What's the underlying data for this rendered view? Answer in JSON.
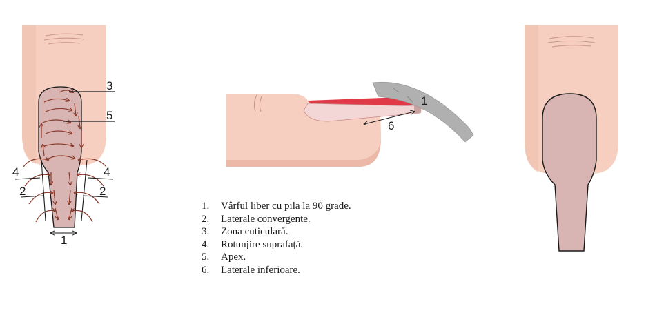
{
  "colors": {
    "skin": "#f6cfc0",
    "skin_dark": "#e8b3a2",
    "nail": "#d8b4b2",
    "outline": "#1a1a1a",
    "arrow": "#8a3a2a",
    "polish": "#e03a48",
    "file": "#b0b0b0"
  },
  "left_figure": {
    "callouts": {
      "c1": "1",
      "c2_left": "2",
      "c2_right": "2",
      "c3": "3",
      "c4_left": "4",
      "c4_right": "4",
      "c5": "5"
    }
  },
  "middle_figure": {
    "callouts": {
      "c1": "1",
      "c6": "6"
    }
  },
  "legend": {
    "items": [
      {
        "num": "1.",
        "text": "Vârful liber cu pila la 90 grade."
      },
      {
        "num": "2.",
        "text": "Laterale convergente."
      },
      {
        "num": "3.",
        "text": "Zona cuticulară."
      },
      {
        "num": "4.",
        "text": "Rotunjire suprafață."
      },
      {
        "num": "5.",
        "text": "Apex."
      },
      {
        "num": "6.",
        "text": "Laterale inferioare."
      }
    ]
  }
}
